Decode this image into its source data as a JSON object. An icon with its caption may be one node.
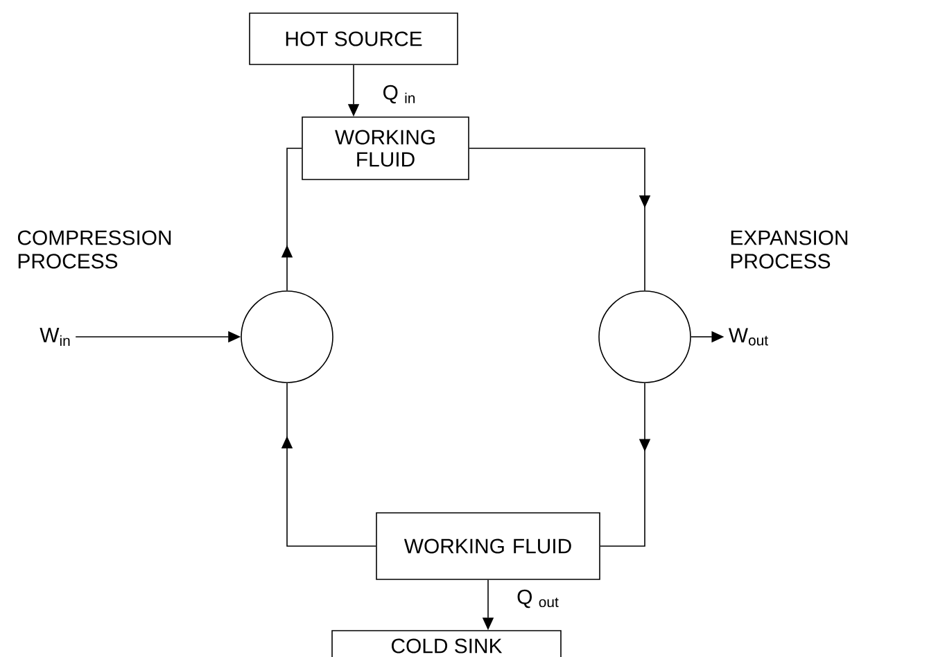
{
  "diagram": {
    "nodes": [
      {
        "text": [
          "HOT SOURCE"
        ]
      },
      {
        "text": [
          "WORKING FLUID"
        ]
      },
      {
        "text": [],
        "shape": "circle",
        "beside": [
          "COMPRESSION PROCESS"
        ]
      },
      {
        "text": [],
        "shape": "circle",
        "beside": [
          "EXPANSION PROCESS"
        ]
      },
      {
        "text": [
          "WORKING FLUID"
        ]
      },
      {
        "text": [
          "COLD SINK"
        ]
      },
      {
        "text": [
          "W$_{in}$"
        ]
      },
      {
        "text": [
          "W$_{out}$"
        ]
      }
    ],
    "edges": [
      {
        "from": 0,
        "to": 1,
        "arrow": "to",
        "label": "Q $_{in}$"
      },
      {
        "from": 1,
        "to": 3,
        "arrow": "to"
      },
      {
        "from": 3,
        "to": 4,
        "arrow": "to"
      },
      {
        "from": 4,
        "to": 2,
        "arrow": "to"
      },
      {
        "from": 2,
        "to": 1,
        "arrow": "to"
      },
      {
        "from": 6,
        "to": 2,
        "arrow": "to"
      },
      {
        "from": 3,
        "to": 7,
        "arrow": "to"
      },
      {
        "from": 4,
        "to": 5,
        "arrow": "to",
        "label": "Q $_{out}$"
      }
    ]
  }
}
